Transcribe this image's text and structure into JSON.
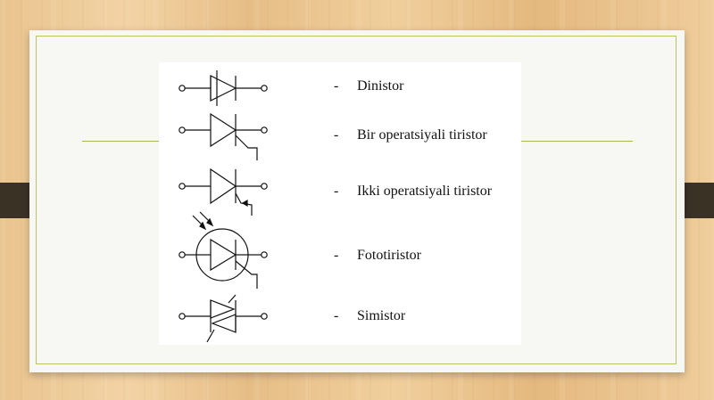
{
  "slide": {
    "items": [
      {
        "dash": "-",
        "label": "Dinistor",
        "symbol": "dinistor-symbol"
      },
      {
        "dash": "-",
        "label": "Bir operatsiyali tiristor",
        "symbol": "thyristor-symbol"
      },
      {
        "dash": "-",
        "label": "Ikki operatsiyali tiristor",
        "symbol": "gto-thyristor-symbol"
      },
      {
        "dash": "-",
        "label": "Fototiristor",
        "symbol": "photothyristor-symbol"
      },
      {
        "dash": "-",
        "label": "Simistor",
        "symbol": "triac-symbol"
      }
    ]
  },
  "colors": {
    "slide_background": "#f7f7f4",
    "frame_accent": "#b9c26a",
    "tab": "#3b3226",
    "ink": "#111111"
  }
}
